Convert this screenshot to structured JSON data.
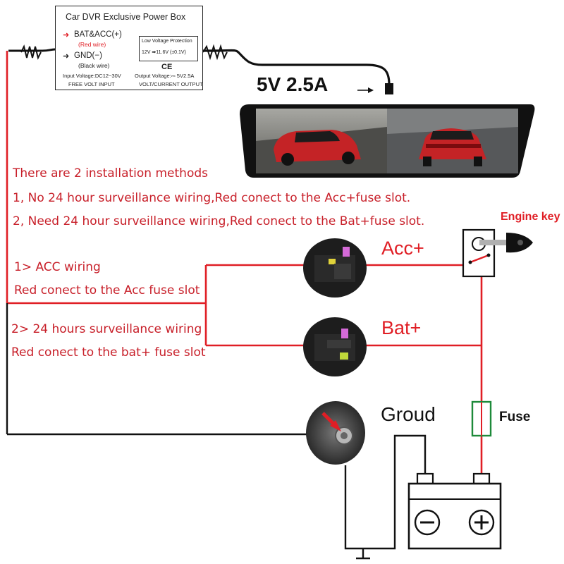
{
  "power_box": {
    "title": "Car DVR Exclusive Power Box",
    "bat_acc_label": "BAT&ACC(+)",
    "bat_acc_sub": "(Red wire)",
    "gnd_label": "GND(−)",
    "gnd_sub": "(Black wire)",
    "lvp_title": "Low Voltage Protection",
    "lvp_value": "12V ➡11.6V (±0.1V)",
    "ce_mark": "CE",
    "input_voltage": "Input Voltage:DC12~30V",
    "output_voltage": "Output Voltage:⎓ 5V2.5A",
    "input_sub": "FREE VOLT INPUT",
    "output_sub": "VOLT/CURRENT OUTPUT"
  },
  "output_spec": "5V 2.5A",
  "instructions": {
    "heading": "There are 2 installation methods",
    "method_1": "1, No 24 hour surveillance wiring,Red conect to the Acc+fuse slot.",
    "method_2": "2, Need 24 hour surveillance wiring,Red conect to the Bat+fuse slot."
  },
  "acc_wiring": {
    "title": "1> ACC wiring",
    "desc": "Red conect to the Acc fuse slot"
  },
  "bat_wiring": {
    "title": "2> 24 hours surveillance wiring",
    "desc": "Red conect to the bat+ fuse slot"
  },
  "labels": {
    "acc": "Acc+",
    "bat": "Bat+",
    "ground": "Groud",
    "fuse": "Fuse",
    "engine_key": "Engine key"
  },
  "colors": {
    "red_wire": "#e01e25",
    "black_wire": "#111111",
    "text_red": "#c8202a",
    "fuse_green": "#1e8a3a"
  }
}
